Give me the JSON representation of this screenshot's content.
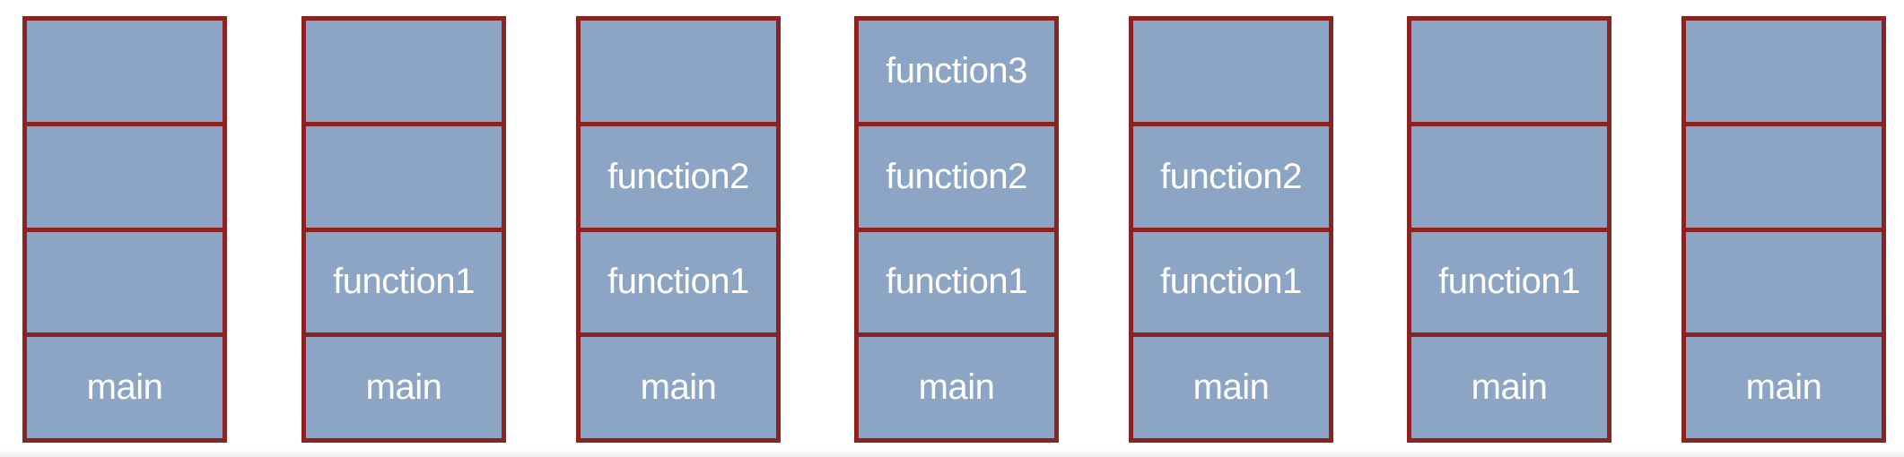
{
  "colors": {
    "frame": "#8b2323",
    "cell": "#8da5c5",
    "text": "#ffffff"
  },
  "stacks": [
    {
      "frames": [
        "",
        "",
        "",
        "main"
      ]
    },
    {
      "frames": [
        "",
        "",
        "function1",
        "main"
      ]
    },
    {
      "frames": [
        "",
        "function2",
        "function1",
        "main"
      ]
    },
    {
      "frames": [
        "function3",
        "function2",
        "function1",
        "main"
      ]
    },
    {
      "frames": [
        "",
        "function2",
        "function1",
        "main"
      ]
    },
    {
      "frames": [
        "",
        "",
        "function1",
        "main"
      ]
    },
    {
      "frames": [
        "",
        "",
        "",
        "main"
      ]
    }
  ]
}
